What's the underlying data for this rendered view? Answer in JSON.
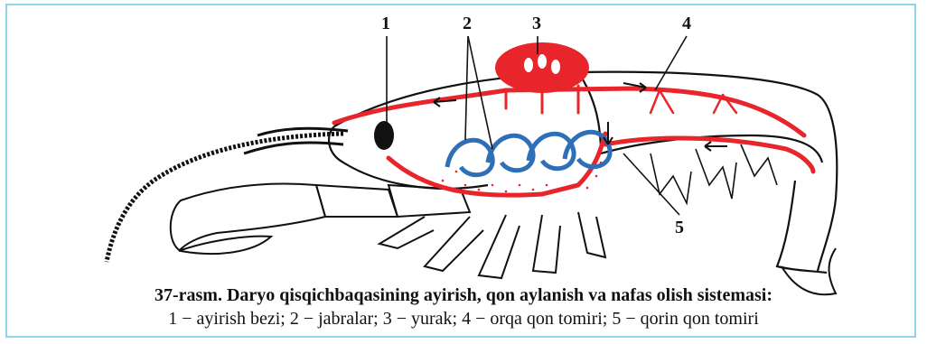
{
  "figure": {
    "labels": {
      "l1": "1",
      "l2": "2",
      "l3": "3",
      "l4": "4",
      "l5": "5"
    },
    "colors": {
      "vessels": "#e8252b",
      "gills": "#2f6fb8",
      "outline": "#111111",
      "frame": "#8fd3ec"
    }
  },
  "caption": {
    "title": "37-rasm. Daryo qisqichbaqasining ayirish, qon aylanish va nafas olish sistemasi:",
    "legend": "1 − ayirish bezi; 2 − jabralar; 3 − yurak; 4 − orqa qon tomiri; 5 − qorin qon tomiri"
  }
}
